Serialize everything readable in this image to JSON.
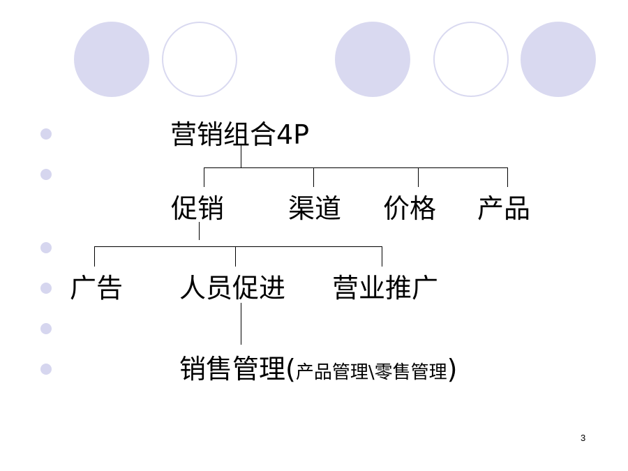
{
  "decor": {
    "accent_color": "#d9d9f0"
  },
  "diagram": {
    "root": "营销组合4P",
    "level1": [
      "促销",
      "渠道",
      "价格",
      "产品"
    ],
    "level2": [
      "广告",
      "人员促进",
      "营业推广"
    ],
    "level3": {
      "main": "销售管理(",
      "detail": "产品管理\\零售管理",
      "close": ")"
    }
  },
  "page_number": "3"
}
